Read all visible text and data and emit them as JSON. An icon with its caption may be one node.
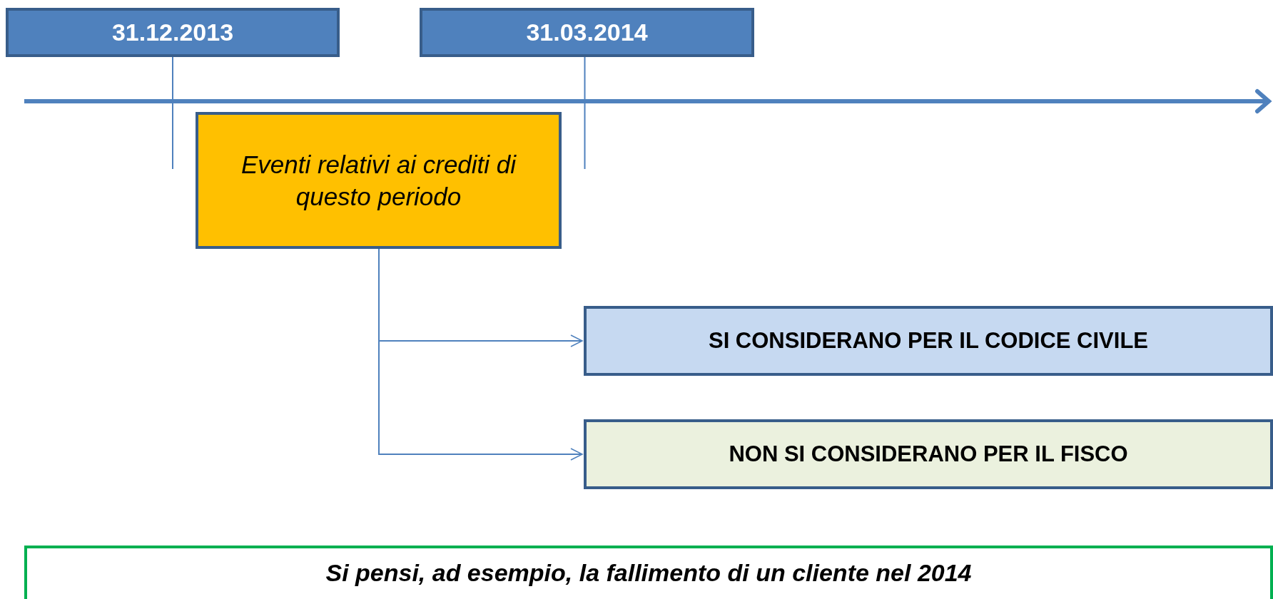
{
  "diagram": {
    "nodes": [
      {
        "text": [
          "31.12.2013"
        ]
      },
      {
        "text": [
          "31.03.2014"
        ]
      },
      {
        "text": [
          "Eventi relativi ai crediti di questo periodo"
        ]
      },
      {
        "text": [
          "SI CONSIDERANO PER IL CODICE CIVILE"
        ]
      },
      {
        "text": [
          "NON SI CONSIDERANO PER IL FISCO"
        ]
      },
      {
        "text": [
          "Si pensi, ad esempio, la fallimento di un cliente nel 2014"
        ]
      }
    ],
    "edges": [
      {
        "from": 0,
        "to": null,
        "arrow": "none"
      },
      {
        "from": 1,
        "to": null,
        "arrow": "none"
      },
      {
        "from": 2,
        "to": 3,
        "arrow": "to"
      },
      {
        "from": 2,
        "to": 4,
        "arrow": "to"
      }
    ]
  }
}
